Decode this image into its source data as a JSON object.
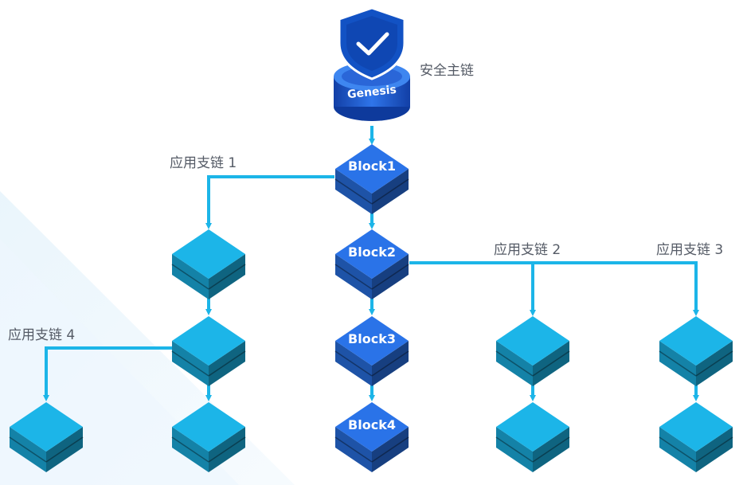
{
  "main_chain": {
    "label": "安全主链",
    "genesis": "Genesis"
  },
  "blocks": [
    "Block1",
    "Block2",
    "Block3",
    "Block4"
  ],
  "branches": [
    {
      "label": "应用支链 1"
    },
    {
      "label": "应用支链 2"
    },
    {
      "label": "应用支链 3"
    },
    {
      "label": "应用支链 4"
    }
  ],
  "colors": {
    "line": "#1cb5e8",
    "main_block": "#2a73e8",
    "branch_block": "#1cb5e8",
    "shield": "#1252c4",
    "label_text": "#555b66"
  },
  "icons": [
    "shield-check-icon"
  ]
}
